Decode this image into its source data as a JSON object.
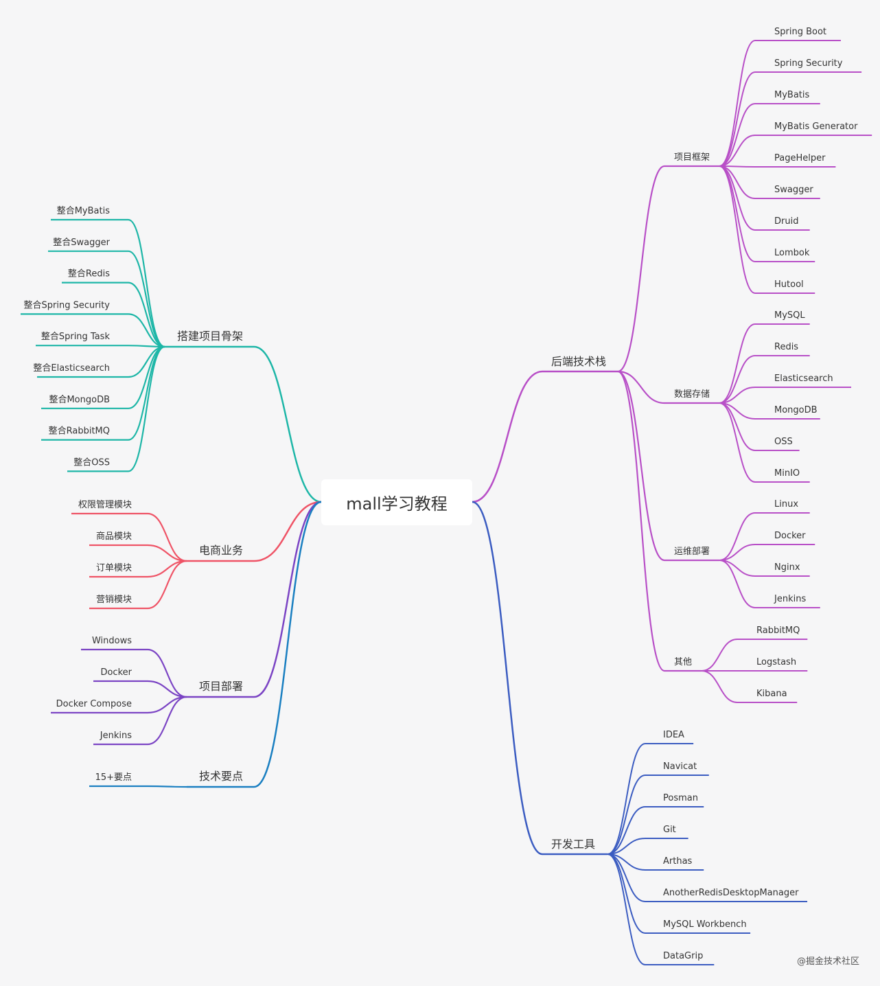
{
  "root": "mall学习教程",
  "watermark": "@掘金技术社区",
  "branches": [
    {
      "id": "skeleton",
      "label": "搭建项目骨架",
      "color": "#1db6a7",
      "side": "left",
      "leaves": [
        "整合MyBatis",
        "整合Swagger",
        "整合Redis",
        "整合Spring Security",
        "整合Spring Task",
        "整合Elasticsearch",
        "整合MongoDB",
        "整合RabbitMQ",
        "整合OSS"
      ]
    },
    {
      "id": "ecommerce",
      "label": "电商业务",
      "color": "#ef5366",
      "side": "left",
      "leaves": [
        "权限管理模块",
        "商品模块",
        "订单模块",
        "营销模块"
      ]
    },
    {
      "id": "deploy",
      "label": "项目部署",
      "color": "#7b44c4",
      "side": "left",
      "leaves": [
        "Windows",
        "Docker",
        "Docker Compose",
        "Jenkins"
      ]
    },
    {
      "id": "keypoints",
      "label": "技术要点",
      "color": "#1a7fc1",
      "side": "left",
      "leaves": [
        "15+要点"
      ]
    },
    {
      "id": "backend",
      "label": "后端技术栈",
      "color": "#b84fc7",
      "side": "right",
      "groups": [
        {
          "label": "项目框架",
          "leaves": [
            "Spring Boot",
            "Spring Security",
            "MyBatis",
            "MyBatis Generator",
            "PageHelper",
            "Swagger",
            "Druid",
            "Lombok",
            "Hutool"
          ]
        },
        {
          "label": "数据存储",
          "leaves": [
            "MySQL",
            "Redis",
            "Elasticsearch",
            "MongoDB",
            "OSS",
            "MinIO"
          ]
        },
        {
          "label": "运维部署",
          "leaves": [
            "Linux",
            "Docker",
            "Nginx",
            "Jenkins"
          ]
        },
        {
          "label": "其他",
          "leaves": [
            "RabbitMQ",
            "Logstash",
            "Kibana"
          ]
        }
      ]
    },
    {
      "id": "tools",
      "label": "开发工具",
      "color": "#3b5cc1",
      "side": "right",
      "leaves": [
        "IDEA",
        "Navicat",
        "Posman",
        "Git",
        "Arthas",
        "AnotherRedisDesktopManager",
        "MySQL Workbench",
        "DataGrip"
      ]
    }
  ]
}
